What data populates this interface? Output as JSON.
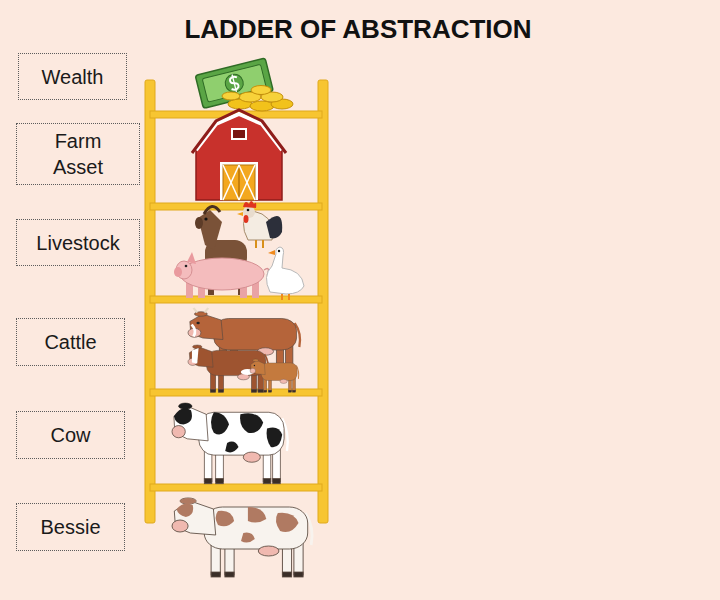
{
  "diagram": {
    "title": "LADDER OF ABSTRACTION",
    "nodes": [
      {
        "text": [
          "Wealth"
        ]
      },
      {
        "text": [
          "Farm Asset"
        ]
      },
      {
        "text": [
          "Livestock"
        ]
      },
      {
        "text": [
          "Cattle"
        ]
      },
      {
        "text": [
          "Cow"
        ]
      },
      {
        "text": [
          "Bessie"
        ]
      }
    ]
  }
}
